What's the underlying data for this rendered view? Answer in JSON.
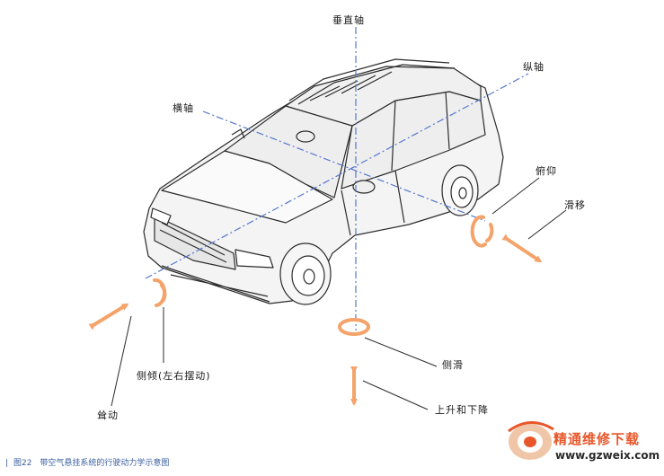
{
  "labels": {
    "vertical_axis": "垂直轴",
    "longitudinal_axis": "纵轴",
    "lateral_axis": "横轴",
    "pitch": "俯仰",
    "slide": "滑移",
    "roll": "侧倾(左右摆动)",
    "surge": "耸动",
    "yaw": "侧滑",
    "heave": "上升和下降"
  },
  "caption": {
    "figure_no": "图22",
    "text": "带空气悬挂系统的行驶动力学示意图"
  },
  "watermark": {
    "name": "精通维修下载",
    "url": "www.gzweix.com"
  },
  "colors": {
    "axis": "#5577cc",
    "arrow": "#f4a36a",
    "outline": "#2b2b2b",
    "body_fill": "#f3f3f3"
  }
}
